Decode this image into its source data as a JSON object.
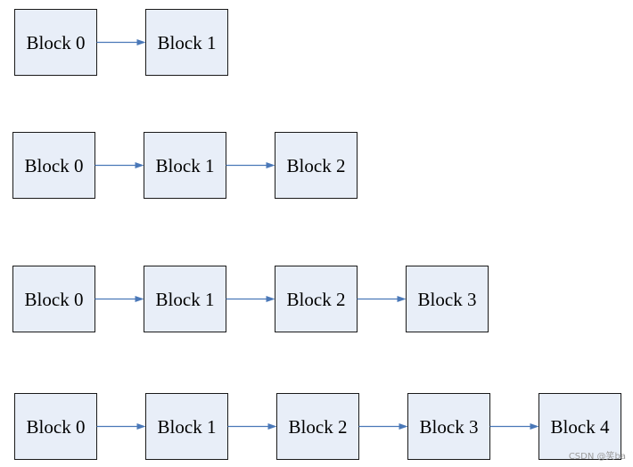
{
  "diagram": {
    "rows": [
      {
        "blocks": [
          "Block  0",
          "Block  1"
        ]
      },
      {
        "blocks": [
          "Block  0",
          "Block  1",
          "Block  2"
        ]
      },
      {
        "blocks": [
          "Block  0",
          "Block  1",
          "Block  2",
          "Block  3"
        ]
      },
      {
        "blocks": [
          "Block  0",
          "Block  1",
          "Block  2",
          "Block  3",
          "Block  4"
        ]
      }
    ]
  },
  "colors": {
    "block_fill": "#e8eef8",
    "block_stroke": "#1a1a1a",
    "arrow": "#4a78b8"
  },
  "watermark": "CSDN @笑ba"
}
